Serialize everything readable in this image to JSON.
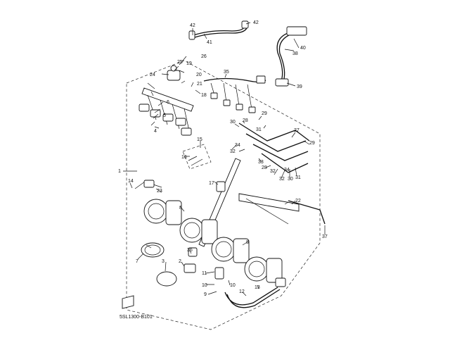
{
  "diagram": {
    "code": "5SL1300-B101",
    "labels": [
      "1",
      "2",
      "3",
      "4",
      "5",
      "6",
      "7",
      "8",
      "9",
      "10",
      "11",
      "12",
      "13",
      "14",
      "15",
      "16",
      "17",
      "18",
      "19",
      "20",
      "21",
      "22",
      "23",
      "24",
      "25",
      "26",
      "27",
      "28",
      "29",
      "30",
      "31",
      "32",
      "33",
      "34",
      "35",
      "36",
      "37",
      "38",
      "39",
      "40",
      "41",
      "42"
    ]
  },
  "colors": {
    "ink": "#111111",
    "paper": "#ffffff"
  }
}
